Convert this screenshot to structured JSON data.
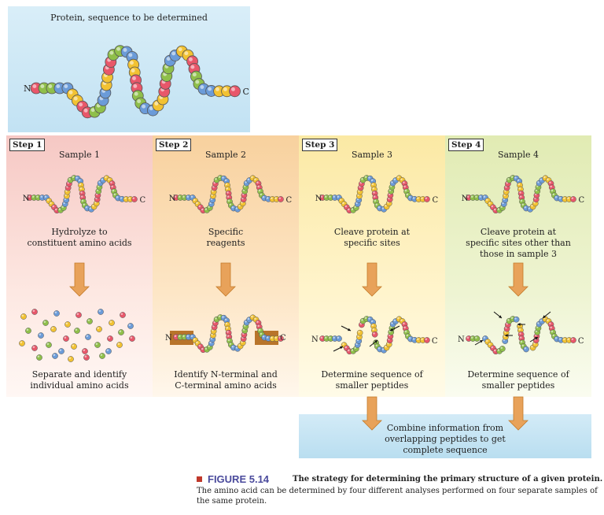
{
  "top": {
    "title": "Protein, sequence to be determined",
    "n": "N",
    "c": "C"
  },
  "steps": [
    {
      "step": "Step 1",
      "sample": "Sample 1",
      "desc": "Hydrolyze to\nconstituent amino acids",
      "result": "Separate and identify\nindividual amino acids"
    },
    {
      "step": "Step 2",
      "sample": "Sample 2",
      "desc": "Specific\nreagents",
      "result": "Identify N-terminal and\nC-terminal amino acids"
    },
    {
      "step": "Step 3",
      "sample": "Sample 3",
      "desc": "Cleave protein at\nspecific sites",
      "result": "Determine sequence of\nsmaller peptides"
    },
    {
      "step": "Step 4",
      "sample": "Sample 4",
      "desc": "Cleave protein at\nspecific sites other than\nthose in sample 3",
      "result": "Determine sequence of\nsmaller peptides"
    }
  ],
  "terminal": {
    "n": "N",
    "c": "C"
  },
  "combine": "Combine information from\noverlapping peptides to get\ncomplete sequence",
  "caption": {
    "figure": "FIGURE 5.14",
    "title": "The strategy for determining the primary structure of a given protein.",
    "body": "The amino acid can be determined by four different analyses performed on four separate samples of the same protein."
  },
  "colors": {
    "red": "#e8576a",
    "yellow": "#f2c232",
    "blue": "#6b9bd8",
    "green": "#8fbf4a"
  }
}
